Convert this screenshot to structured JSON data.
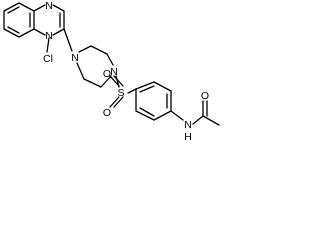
{
  "molecule": {
    "atoms": {
      "n_top": "N",
      "n_bottom": "N",
      "cl": "Cl",
      "n_pip_left": "N",
      "n_pip_right": "N",
      "s": "S",
      "o_top": "O",
      "o_bottom": "O",
      "nh": "N",
      "h": "H",
      "o_carbonyl": "O"
    },
    "colors": {
      "bond": "#000000",
      "label": "#000000",
      "background": "#ffffff"
    }
  }
}
